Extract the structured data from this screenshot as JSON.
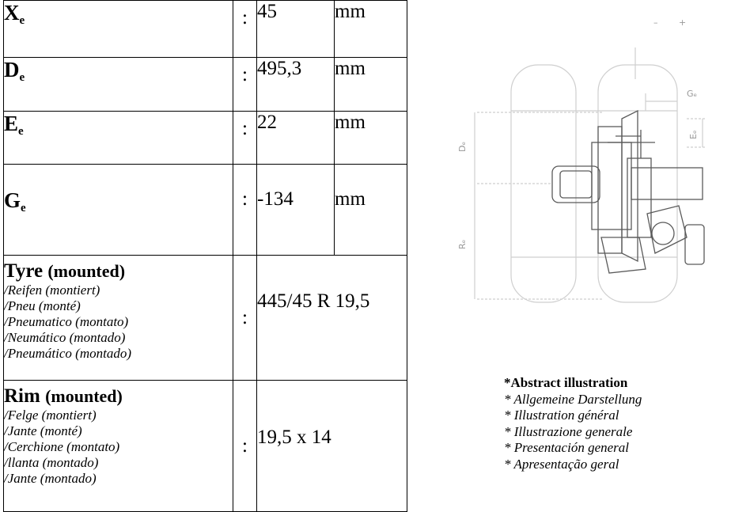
{
  "rows": [
    {
      "symbol": "X",
      "subscript": "e",
      "colon": ":",
      "value": "45",
      "unit": "mm"
    },
    {
      "symbol": "D",
      "subscript": "e",
      "colon": ":",
      "value": "495,3",
      "unit": "mm"
    },
    {
      "symbol": "E",
      "subscript": "e",
      "colon": ":",
      "value": "22",
      "unit": "mm"
    },
    {
      "symbol": "G",
      "subscript": "e",
      "colon": ":",
      "value": "-134",
      "unit": "mm"
    }
  ],
  "tyre": {
    "title": "Tyre",
    "title_suffix": "(mounted)",
    "translations": [
      "/Reifen (montiert)",
      "/Pneu (monté)",
      "/Pneumatico (montato)",
      "/Neumático (montado)",
      "/Pneumático (montado)"
    ],
    "colon": ":",
    "value": "445/45 R 19,5"
  },
  "rim": {
    "title": "Rim",
    "title_suffix": "(mounted)",
    "translations": [
      "/Felge (montiert)",
      "/Jante (monté)",
      "/Cerchione (montato)",
      "/llanta (montado)",
      "/Jante (montado)"
    ],
    "colon": ":",
    "value": "19,5 x 14"
  },
  "illustration": {
    "labels": {
      "minus": "–",
      "plus": "+",
      "g": "Gₑ",
      "d": "Dₑ",
      "e": "Eₑ",
      "r": "Rₑ"
    }
  },
  "caption": {
    "title": "*Abstract illustration",
    "lines": [
      "* Allgemeine Darstellung",
      "* Illustration général",
      "* Illustrazione generale",
      "* Presentación general",
      "* Apresentação geral"
    ]
  }
}
